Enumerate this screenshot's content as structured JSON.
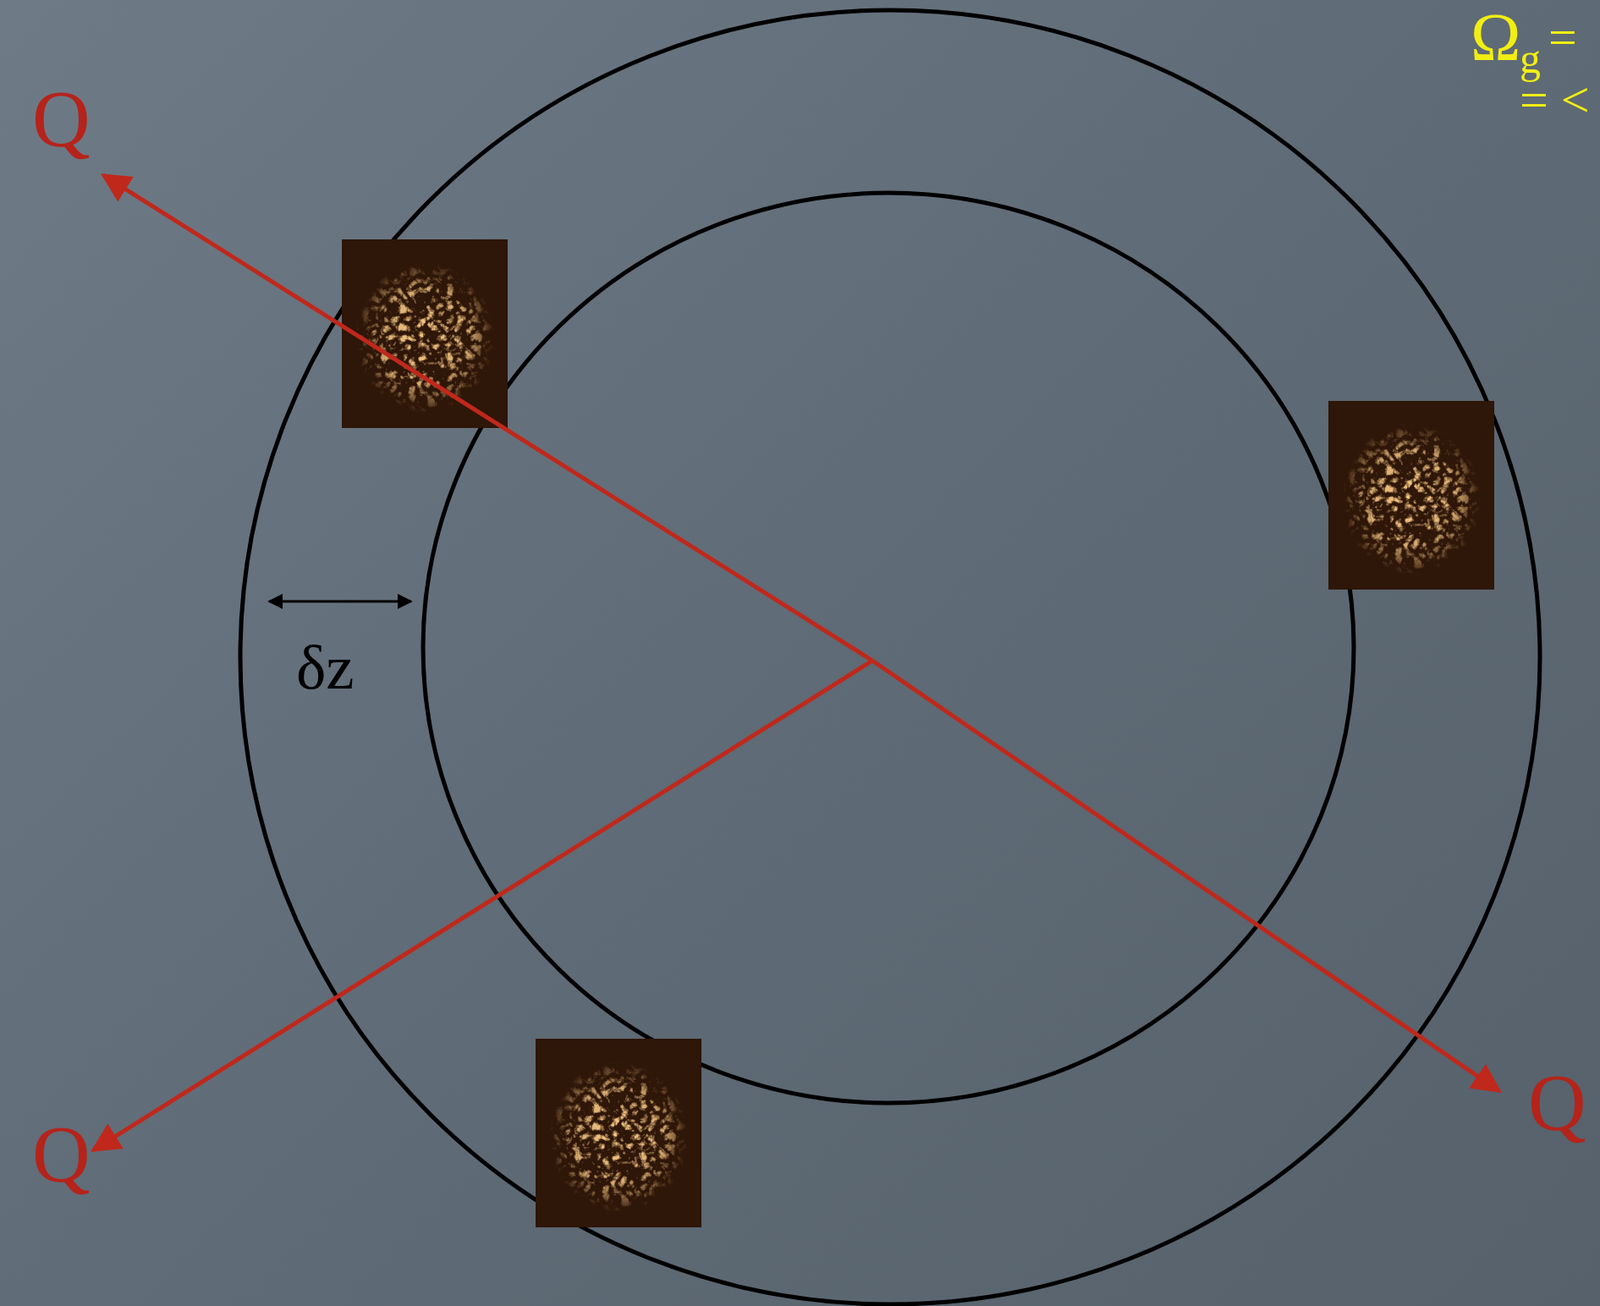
{
  "diagram": {
    "labels": [
      "Q",
      "Ω",
      "g",
      "=",
      "= <",
      "δz",
      "Q",
      "Q"
    ]
  }
}
